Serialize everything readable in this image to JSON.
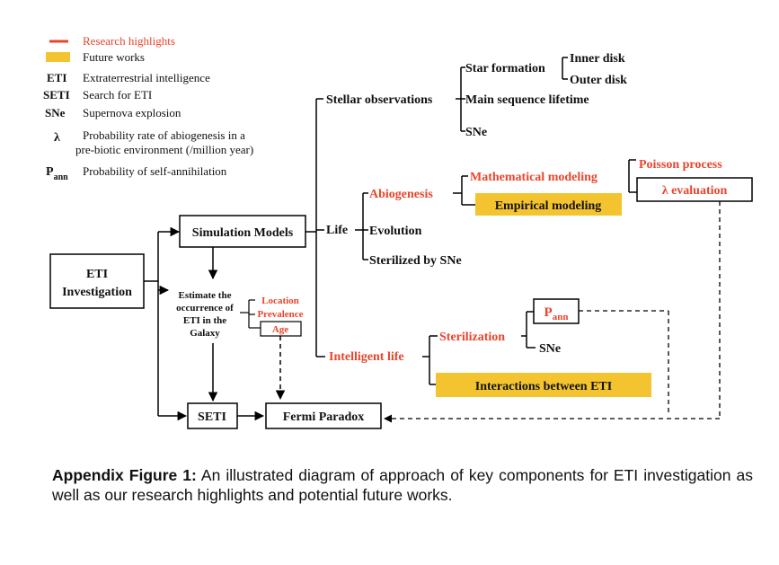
{
  "colors": {
    "highlight_red": "#e8452c",
    "future_yellow": "#f4c430",
    "text": "#111111",
    "line": "#000000"
  },
  "legend": {
    "highlight_label": "Research highlights",
    "future_label": "Future works",
    "abbrevs": [
      {
        "abbr": "ETI",
        "desc": "Extraterrestrial intelligence"
      },
      {
        "abbr": "SETI",
        "desc": "Search for ETI"
      },
      {
        "abbr": "SNe",
        "desc": "Supernova explosion"
      }
    ],
    "lambda": {
      "symbol": "λ",
      "desc_line1": "Probability rate of abiogenesis in a",
      "desc_line2": "pre-biotic environment (/million year)"
    },
    "pann": {
      "symbol": "P",
      "subscript": "ann",
      "desc": "Probability of self-annihilation"
    }
  },
  "nodes": {
    "eti_line1": "ETI",
    "eti_line2": "Investigation",
    "simulation_models": "Simulation Models",
    "estimate_line1": "Estimate the",
    "estimate_line2": "occurrence of",
    "estimate_line3": "ETI in the",
    "estimate_line4": "Galaxy",
    "location": "Location",
    "prevalence": "Prevalence",
    "age": "Age",
    "seti": "SETI",
    "fermi": "Fermi Paradox",
    "stellar_observations": "Stellar observations",
    "star_formation": "Star formation",
    "inner_disk": "Inner disk",
    "outer_disk": "Outer disk",
    "main_sequence": "Main sequence lifetime",
    "sne_top": "SNe",
    "life": "Life",
    "abiogenesis": "Abiogenesis",
    "math_modeling": "Mathematical modeling",
    "empirical_modeling": "Empirical modeling",
    "poisson": "Poisson process",
    "lambda_eval": "λ evaluation",
    "evolution": "Evolution",
    "sterilized": "Sterilized by SNe",
    "intelligent_life": "Intelligent life",
    "sterilization": "Sterilization",
    "pann_symbol": "P",
    "pann_sub": "ann",
    "sne_bottom": "SNe",
    "interactions": "Interactions between ETI"
  },
  "caption": {
    "lead": "Appendix Figure 1:",
    "text": " An illustrated diagram of approach of key components for ETI investigation as well as our research highlights and potential future works."
  }
}
